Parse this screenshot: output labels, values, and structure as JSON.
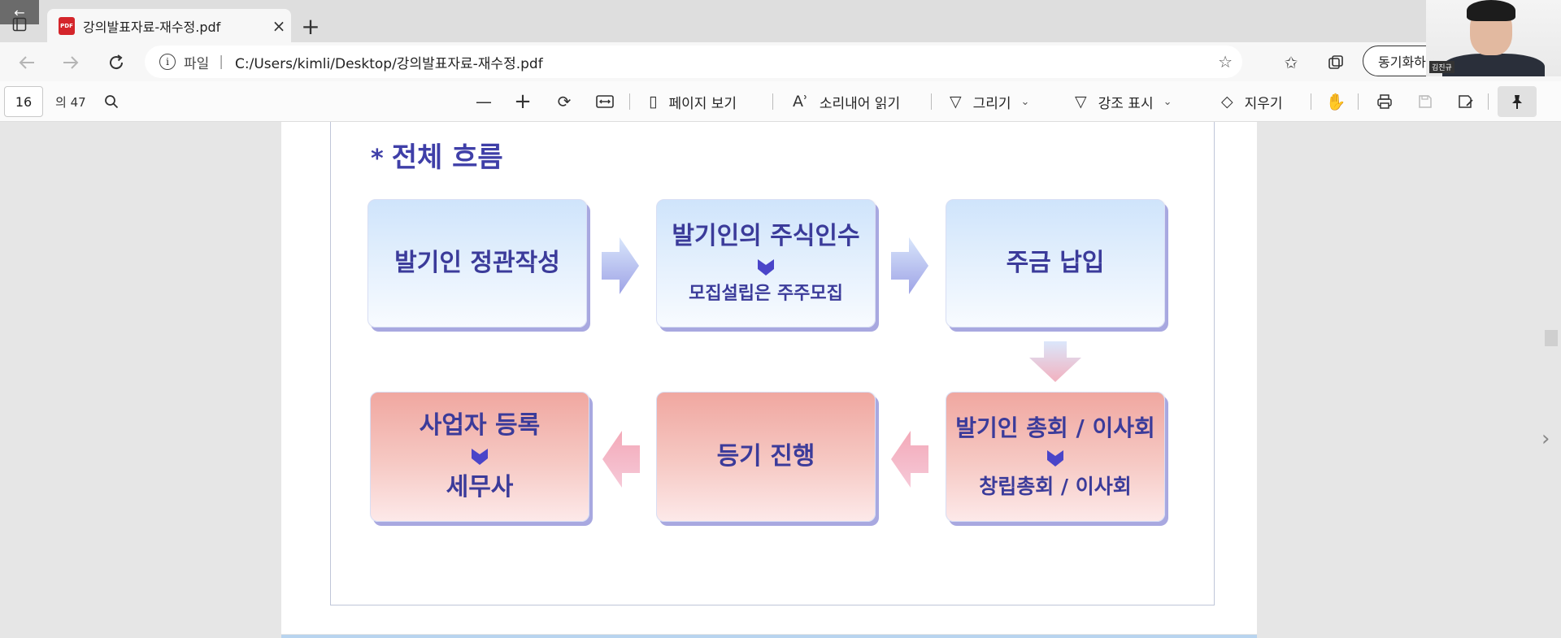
{
  "browser": {
    "back_badge": "←",
    "tab": {
      "title": "강의발표자료-재수정.pdf",
      "icon_text": "PDF",
      "close": "×"
    },
    "new_tab": "+",
    "address": {
      "scheme_label": "파일",
      "separator": "|",
      "url": "C:/Users/kimli/Desktop/강의발표자료-재수정.pdf"
    },
    "sync_label": "동기화하"
  },
  "pdf_toolbar": {
    "page_number": "16",
    "page_total": "의 47",
    "zoom_out": "—",
    "zoom_in": "+",
    "page_view_label": "페이지 보기",
    "read_aloud_label": "소리내어 읽기",
    "draw_label": "그리기",
    "highlight_label": "강조 표시",
    "erase_label": "지우기"
  },
  "slide": {
    "title_star": "*",
    "title": "전체 흐름",
    "steps": {
      "s1": {
        "main": "발기인 정관작성"
      },
      "s2": {
        "main": "발기인의 주식인수",
        "sub": "모집설립은 주주모집"
      },
      "s3": {
        "main": "주금 납입"
      },
      "s4": {
        "main": "발기인 총회 / 이사회",
        "sub": "창립총회 / 이사회"
      },
      "s5": {
        "main": "등기 진행"
      },
      "s6": {
        "main": "사업자 등록",
        "sub": "세무사"
      }
    }
  },
  "webcam": {
    "name_tag": "김진규"
  },
  "colors": {
    "title_text": "#3f3fa8",
    "box_blue": "#cfe4fb",
    "box_red": "#f0a7a0",
    "shadow": "#a8a8e0"
  }
}
